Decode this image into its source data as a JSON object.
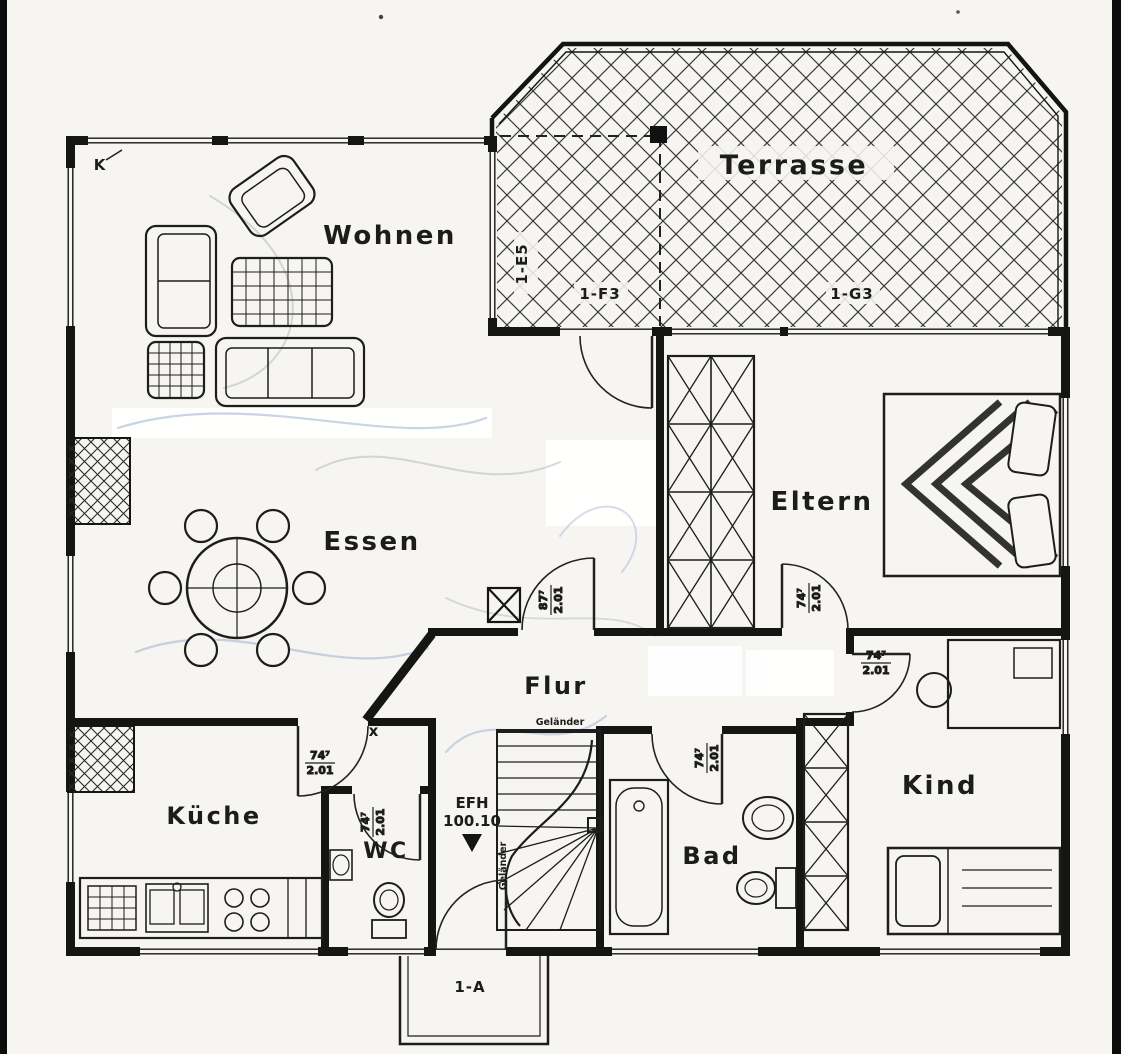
{
  "rooms": {
    "terrasse": "Terrasse",
    "wohnen": "Wohnen",
    "essen": "Essen",
    "eltern": "Eltern",
    "flur": "Flur",
    "kueche": "Küche",
    "wc": "WC",
    "bad": "Bad",
    "kind": "Kind"
  },
  "markers": {
    "axis_f3": "1-F3",
    "axis_g3": "1-G3",
    "axis_e5": "1-E5",
    "axis_a": "1-A",
    "corner_k": "K",
    "wall_x": "x",
    "height_name": "EFH",
    "height_value": "100.10",
    "railing_top": "Geländer",
    "railing_side": "Geländer"
  },
  "door_dimensions": {
    "flur_west": {
      "width": "87⁷",
      "height": "2.01"
    },
    "eltern": {
      "width": "74⁷",
      "height": "2.01"
    },
    "kind": {
      "width": "74⁷",
      "height": "2.01"
    },
    "bad": {
      "width": "74⁷",
      "height": "2.01"
    },
    "kueche": {
      "width": "74⁷",
      "height": "2.01"
    },
    "wc": {
      "width": "74⁷",
      "height": "2.01"
    }
  },
  "colors": {
    "paper": "#f6f5f1",
    "ink": "#1c1c1a",
    "pen_blue": "#93a9cf"
  }
}
